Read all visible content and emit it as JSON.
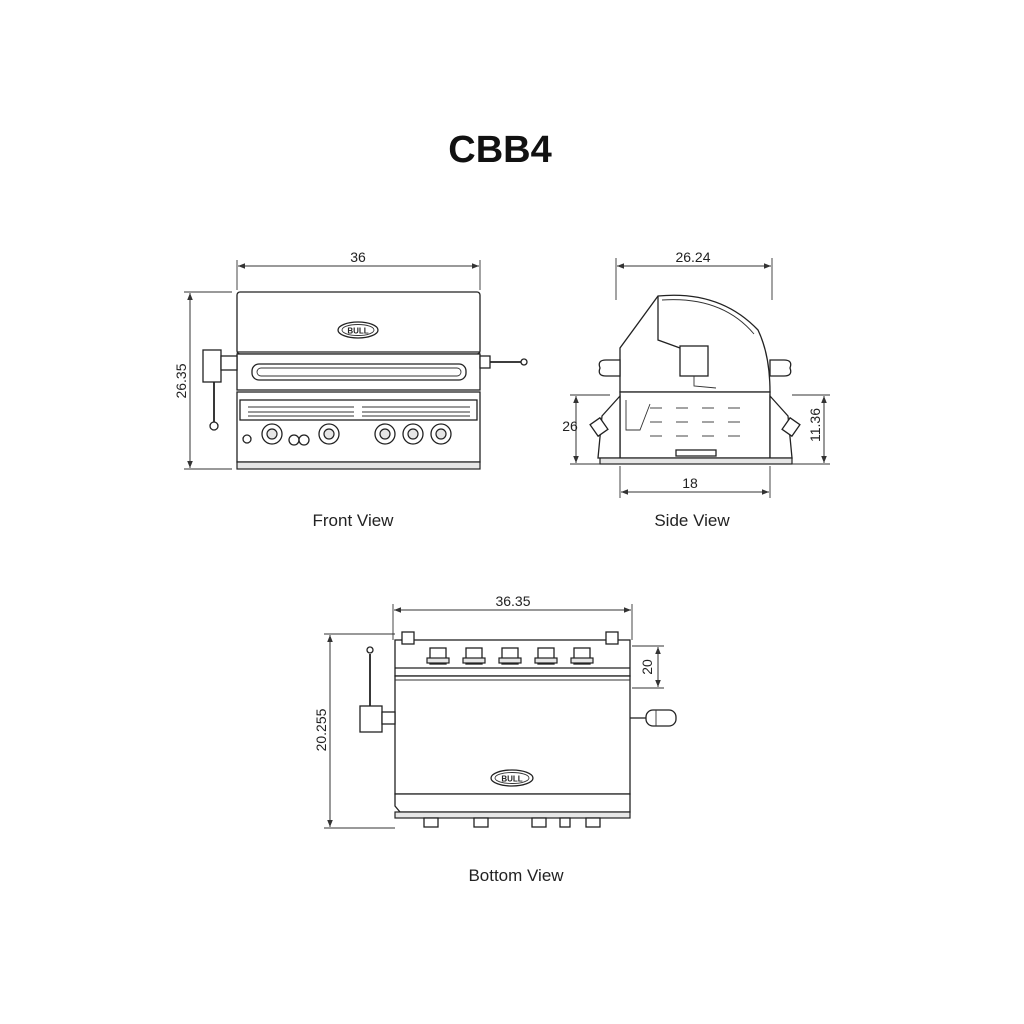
{
  "title": "CBB4",
  "views": {
    "front": {
      "caption": "Front View",
      "width_label": "36",
      "height_label": "26.35"
    },
    "side": {
      "caption": "Side View",
      "top_width_label": "26.24",
      "bottom_width_label": "18",
      "left_height_label": "26",
      "right_height_label": "11.36"
    },
    "bottom": {
      "caption": "Bottom View",
      "width_label": "36.35",
      "height_label": "20.255",
      "depth_label": "20"
    }
  },
  "logo_text": "BULL"
}
